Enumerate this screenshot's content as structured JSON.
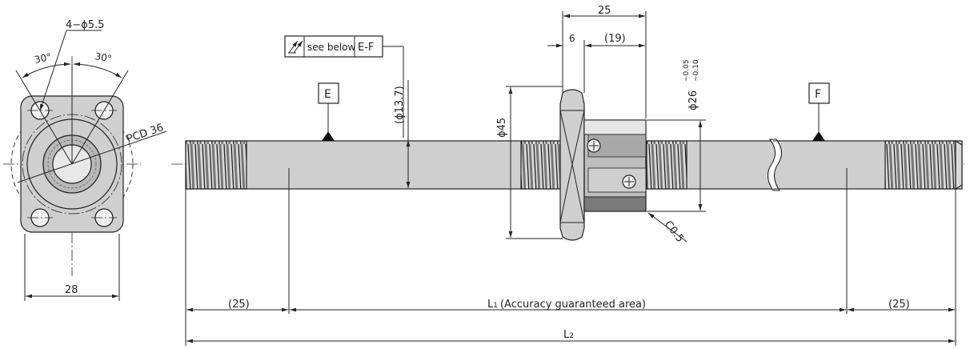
{
  "colors": {
    "line": "#222222",
    "body_fill": "#cfcfcf",
    "dark_fill": "#9a9a9a",
    "paper": "#ffffff"
  },
  "front_view": {
    "hole_spec": "4−ϕ5.5",
    "angle_left": "30°",
    "angle_right": "30°",
    "pcd": "PCD 36",
    "width": "28"
  },
  "side_view": {
    "nut_length": "25",
    "flange_thickness": "6",
    "body_length": "(19)",
    "shaft_dia": "(ϕ13.7)",
    "flange_dia": "ϕ45",
    "nut_dia": "ϕ26",
    "nut_tol_upper": "−0.05",
    "nut_tol_lower": "−0.10",
    "chamfer": "C0.5",
    "datum_e": "E",
    "datum_f": "F",
    "frame_symbol": "runout-symbol",
    "frame_note": "see below",
    "frame_ref": "E-F",
    "end_left": "(25)",
    "end_right": "(25)",
    "l1_label": "L",
    "l1_sub": "1",
    "l1_note": "(Accuracy guaranteed area)",
    "l2_label": "L",
    "l2_sub": "2"
  }
}
